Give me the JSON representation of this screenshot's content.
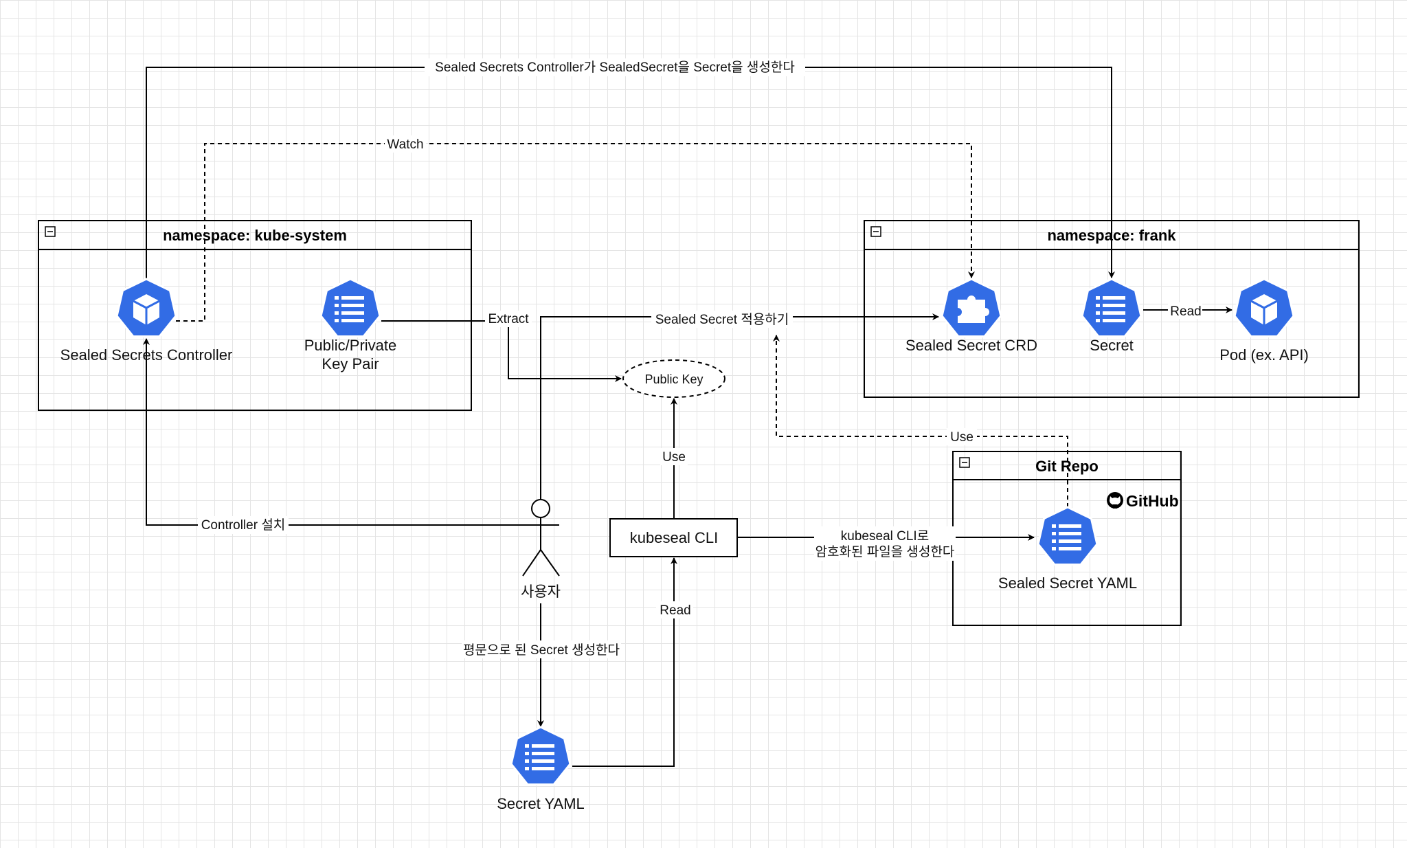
{
  "colors": {
    "k8s_blue": "#326ce5",
    "line": "#000000"
  },
  "containers": {
    "kube_system": "namespace: kube-system",
    "frank": "namespace: frank",
    "git_repo": "Git Repo",
    "github_logo": "GitHub"
  },
  "nodes": {
    "controller": {
      "label": "Sealed Secrets Controller",
      "icon": "pod-icon"
    },
    "key_pair": {
      "line1": "Public/Private",
      "line2": "Key Pair",
      "icon": "secret-icon"
    },
    "public_key": "Public Key",
    "sealed_crd": {
      "label": "Sealed Secret CRD",
      "icon": "crd-icon"
    },
    "secret": {
      "label": "Secret",
      "icon": "secret-icon"
    },
    "pod": {
      "label": "Pod (ex. API)",
      "icon": "pod-icon"
    },
    "kubeseal": "kubeseal CLI",
    "user": "사용자",
    "secret_yaml": {
      "label": "Secret YAML",
      "icon": "secret-icon"
    },
    "sealed_yaml": {
      "label": "Sealed Secret YAML",
      "icon": "secret-icon"
    }
  },
  "edges": {
    "creates_secret": "Sealed Secrets Controller가 SealedSecret을 Secret을 생성한다",
    "watch": "Watch",
    "extract": "Extract",
    "apply": "Sealed Secret 적용하기",
    "read_pod": "Read",
    "use_repo": "Use",
    "use_key": "Use",
    "install": "Controller 설치",
    "kubeseal_out_1": "kubeseal CLI로",
    "kubeseal_out_2": "암호화된 파일을 생성한다",
    "read_yaml": "Read",
    "plain_secret": "평문으로 된 Secret 생성한다"
  }
}
